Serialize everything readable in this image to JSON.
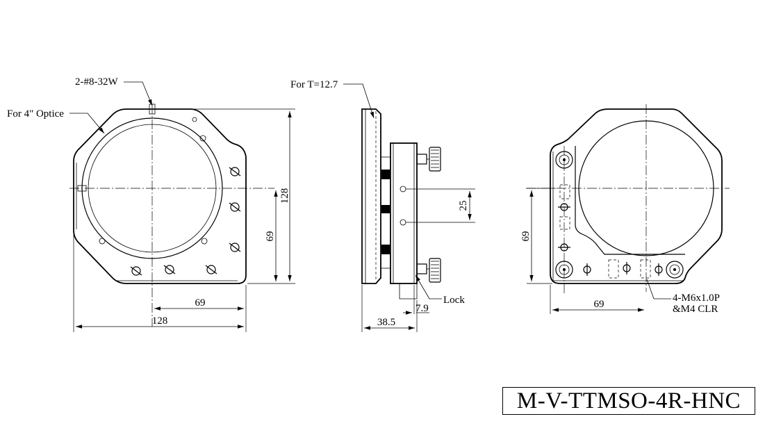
{
  "drawing": {
    "model_number": "M-V-TTMSO-4R-HNC",
    "front_view": {
      "callout_tapped_hole": "2-#8-32W",
      "callout_optic": "For 4\" Optice",
      "dim_height": "128",
      "dim_center_height": "69",
      "dim_center_width": "69",
      "dim_width": "128"
    },
    "side_view": {
      "callout_thickness": "For T=12.7",
      "dim_adjuster_spacing": "25",
      "callout_lock": "Lock",
      "dim_lock_offset": "7.9",
      "dim_depth": "38.5"
    },
    "back_view": {
      "dim_center_height": "69",
      "dim_center_width": "69",
      "callout_mount_holes_line1": "4-M6x1.0P",
      "callout_mount_holes_line2": "&M4 CLR"
    }
  }
}
